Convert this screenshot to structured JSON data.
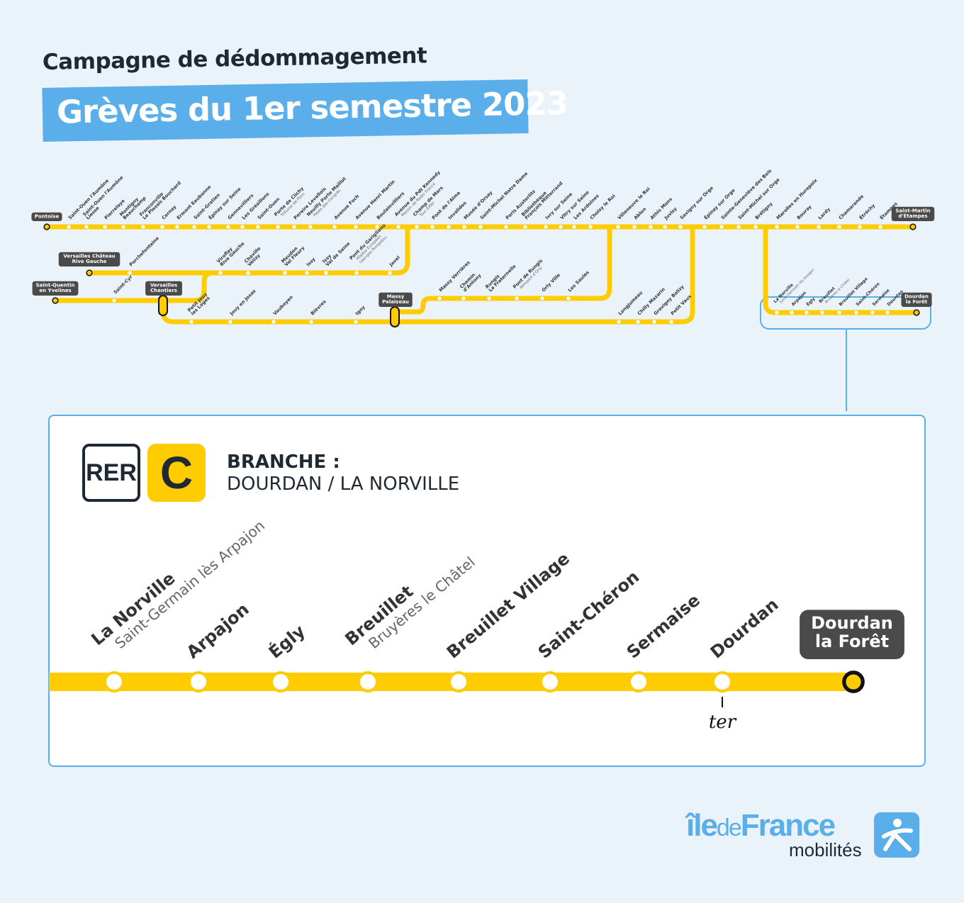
{
  "header": {
    "subtitle": "Campagne de dédommagement",
    "title": "Grèves du 1er semestre 2023"
  },
  "colors": {
    "line": "#fecc00",
    "accent": "#5aaeea",
    "terminus_box": "#4a4a4a",
    "text": "#1e2933"
  },
  "overview_map": {
    "main": {
      "start": "Pontoise",
      "end": "Saint-Martin\nd'Étampes",
      "stations": [
        {
          "name": "Saint-Ouen l'Aumône"
        },
        {
          "name": "Saint-Ouen l'Aumône\nLiesse"
        },
        {
          "name": "Pierrelaye"
        },
        {
          "name": "Montigny\nBeauchamp"
        },
        {
          "name": "Franconville\nLe Plessis Bouchard"
        },
        {
          "name": "Cernay"
        },
        {
          "name": "Ermont Eaubonne"
        },
        {
          "name": "Saint-Gratien"
        },
        {
          "name": "Épinay sur Seine"
        },
        {
          "name": "Gennevilliers"
        },
        {
          "name": "Les Grésillons"
        },
        {
          "name": "Saint-Ouen"
        },
        {
          "name": "Porte de Clichy",
          "sub": "Tribunal de Paris"
        },
        {
          "name": "Pereire Levallois"
        },
        {
          "name": "Neuilly Porte Maillot",
          "sub": "Palais des Congrès"
        },
        {
          "name": "Avenue Foch"
        },
        {
          "name": "Avenue Henri Martin"
        },
        {
          "name": "Boulainvilliers"
        },
        {
          "name": "Avenue du Pdt Kennedy",
          "sub": "Maison de Radio France"
        },
        {
          "name": "Champ de Mars",
          "sub": "Tour Eiffel"
        },
        {
          "name": "Pont de l'Alma"
        },
        {
          "name": "Invalides"
        },
        {
          "name": "Musée d'Orsay"
        },
        {
          "name": "Saint-Michel Notre Dame"
        },
        {
          "name": "Paris Austerlitz"
        },
        {
          "name": "Bibliothèque\nFrançois Mitterrand"
        },
        {
          "name": "Ivry sur Seine"
        },
        {
          "name": "Vitry sur Seine"
        },
        {
          "name": "Les Ardoines"
        },
        {
          "name": "Choisy le Roi"
        },
        {
          "name": "Villeneuve le Roi"
        },
        {
          "name": "Ablon"
        },
        {
          "name": "Athis Mons"
        },
        {
          "name": "Juvisy"
        },
        {
          "name": "Savigny sur Orge"
        },
        {
          "name": "Épinay sur Orge"
        },
        {
          "name": "Sainte-Geneviève des Bois"
        },
        {
          "name": "Saint-Michel sur Orge"
        },
        {
          "name": "Brétigny"
        },
        {
          "name": "Marolles en Hurepoix"
        },
        {
          "name": "Bouray"
        },
        {
          "name": "Lardy"
        },
        {
          "name": "Chamarande"
        },
        {
          "name": "Étréchy"
        },
        {
          "name": "Étampes"
        }
      ]
    },
    "versailles_rg": {
      "start": "Versailles Château\nRive Gauche",
      "stations": [
        {
          "name": "Porchefontaine"
        },
        {
          "name": "Viroflay\nRive Gauche"
        },
        {
          "name": "Chaville\nVélizy"
        },
        {
          "name": "Meudon\nVal Fleury"
        },
        {
          "name": "Issy"
        },
        {
          "name": "Issy\nVal de Seine"
        },
        {
          "name": "Pont du Garigliano",
          "sub": "Hôpital Européen\nGeorges Pompidou"
        },
        {
          "name": "Javel"
        }
      ]
    },
    "saint_quentin": {
      "start": "Saint-Quentin\nen Yvelines",
      "stations": [
        {
          "name": "Saint-Cyr"
        }
      ],
      "hub": "Versailles\nChantiers"
    },
    "massy_branch": {
      "stations": [
        {
          "name": "Petit Jouy\nles Loges"
        },
        {
          "name": "Jouy en Josas"
        },
        {
          "name": "Vauboyen"
        },
        {
          "name": "Bièvres"
        },
        {
          "name": "Igny"
        }
      ],
      "hub": "Massy\nPalaiseau",
      "stations_after": [
        {
          "name": "Longjumeau"
        },
        {
          "name": "Chilly Mazarin"
        },
        {
          "name": "Gravigny Balizy"
        },
        {
          "name": "Petit Vaux"
        }
      ]
    },
    "orly_branch": {
      "stations": [
        {
          "name": "Massy Verrières"
        },
        {
          "name": "Chemin\nd'Antony"
        },
        {
          "name": "Rungis\nLa Fraternelle"
        },
        {
          "name": "Pont de Rungis",
          "sub": "Aéroport d'Orly"
        },
        {
          "name": "Orly Ville"
        },
        {
          "name": "Les Saules"
        }
      ]
    },
    "dourdan_branch": {
      "end": "Dourdan\nla Forêt",
      "stations": [
        {
          "name": "La Norville",
          "sub": "Saint-Germain lès Arpajon"
        },
        {
          "name": "Arpajon"
        },
        {
          "name": "Égly"
        },
        {
          "name": "Breuillet",
          "sub": "Bruyères le Châtel"
        },
        {
          "name": "Breuillet Village"
        },
        {
          "name": "Saint-Chéron"
        },
        {
          "name": "Sermaise"
        },
        {
          "name": "Dourdan"
        }
      ]
    }
  },
  "detail": {
    "rer_label": "RER",
    "line_letter": "C",
    "branch_title": "BRANCHE :",
    "branch_name": "DOURDAN / LA NORVILLE",
    "stations": [
      {
        "name": "La Norville",
        "sub": "Saint-Germain lès Arpajon"
      },
      {
        "name": "Arpajon"
      },
      {
        "name": "Égly"
      },
      {
        "name": "Breuillet",
        "sub": "Bruyères le Châtel"
      },
      {
        "name": "Breuillet Village"
      },
      {
        "name": "Saint-Chéron"
      },
      {
        "name": "Sermaise"
      },
      {
        "name": "Dourdan",
        "connection": "ter"
      }
    ],
    "terminus": "Dourdan\nla Forêt"
  },
  "logo": {
    "word_a": "île",
    "word_b": "de",
    "word_c": "France",
    "word_d": "mobilités"
  }
}
